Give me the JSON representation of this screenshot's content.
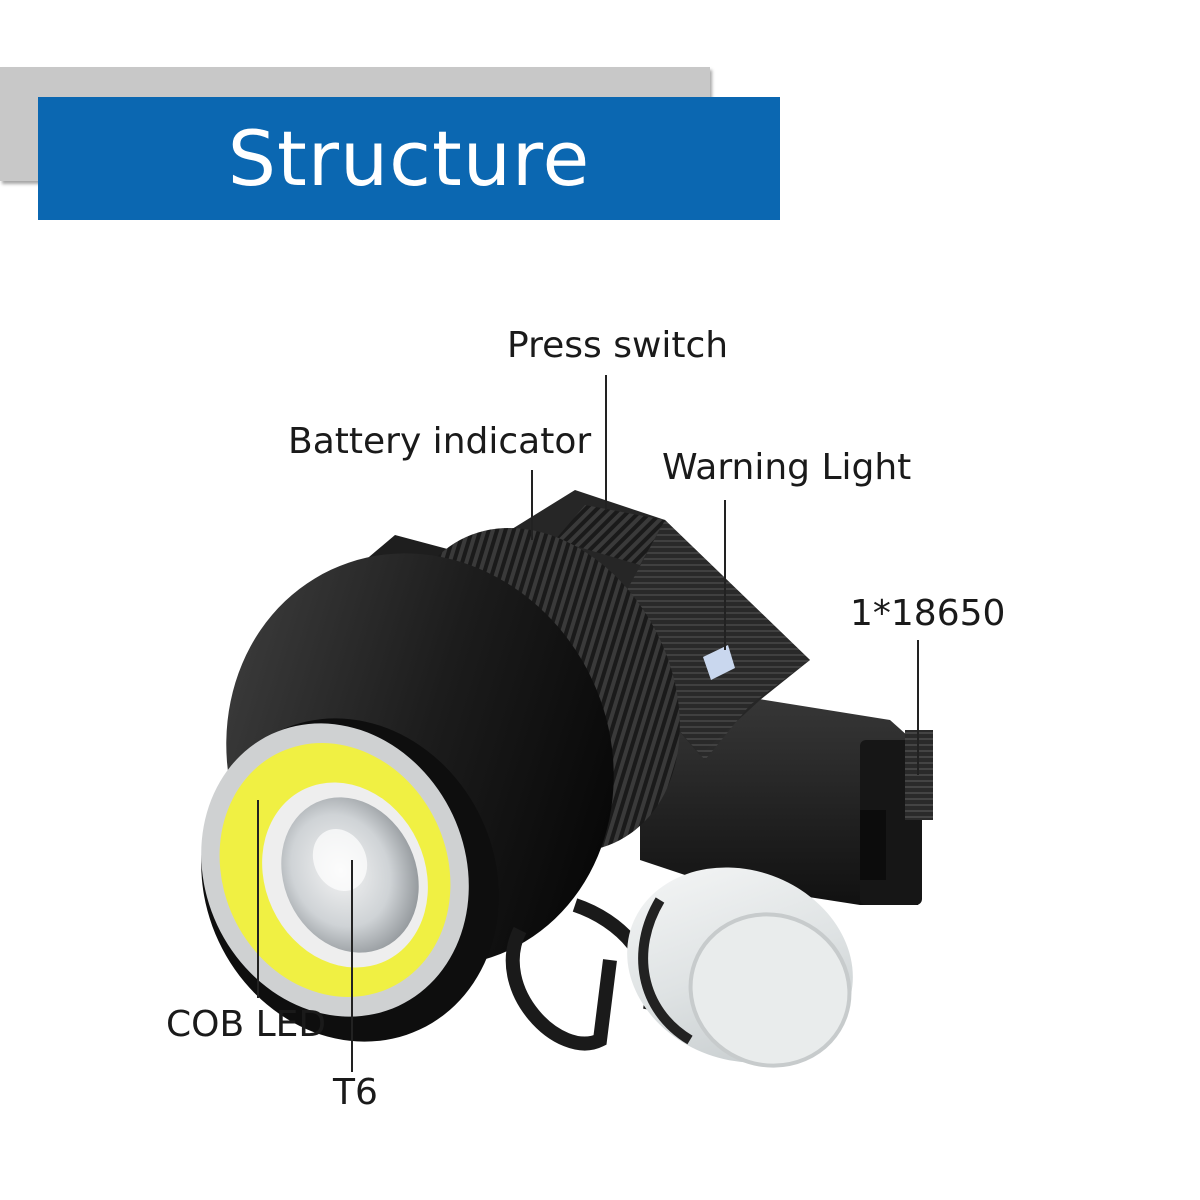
{
  "header": {
    "title": "Structure",
    "band_color": "#0b67b1",
    "shadow_band_color": "#c8c8c8"
  },
  "product_image": {
    "icon": "headlamp-illustration"
  },
  "callouts": {
    "press_switch": "Press switch",
    "battery_indicator": "Battery indicator",
    "warning_light": "Warning Light",
    "battery": "1*18650",
    "cob_led": "COB LED",
    "t6": "T6"
  }
}
